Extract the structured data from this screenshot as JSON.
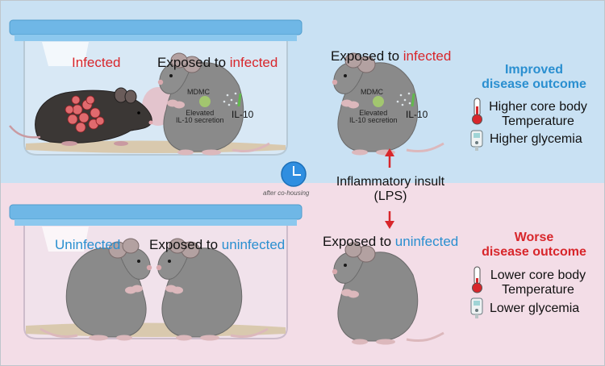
{
  "colors": {
    "top_bg": "#c9e1f3",
    "bottom_bg": "#f3dde7",
    "lid": "#6fb7e6",
    "mouse_gray": "#8a8a8a",
    "infected_mouse": "#3b3735",
    "red": "#d8262b",
    "blue": "#2a8fd0"
  },
  "top_panel": {
    "cage": {
      "infected_label": "Infected",
      "exposed_prefix": "Exposed to ",
      "exposed_highlight": "infected",
      "mdmc": "MDMC",
      "elevated_line1": "Elevated",
      "elevated_line2": "IL-10 secretion",
      "il10": "IL-10"
    },
    "mouse": {
      "exposed_prefix": "Exposed to ",
      "exposed_highlight": "infected",
      "mdmc": "MDMC",
      "elevated_line1": "Elevated",
      "elevated_line2": "IL-10 secretion",
      "il10": "IL-10"
    },
    "outcome": {
      "line1": "Improved",
      "line2": "disease outcome",
      "temp_line1": "Higher core body",
      "temp_line2": "Temperature",
      "glycemia": "Higher glycemia",
      "icons": [
        "thermometer-icon",
        "glucometer-icon"
      ]
    }
  },
  "middle": {
    "clock_caption": "after co-housing",
    "insult_line1": "Inflammatory insult",
    "insult_line2": "(LPS)",
    "icon": "clock-icon"
  },
  "bottom_panel": {
    "cage": {
      "uninfected_label": "Uninfected",
      "exposed_prefix": "Exposed to ",
      "exposed_highlight": "uninfected"
    },
    "mouse": {
      "exposed_prefix": "Exposed to ",
      "exposed_highlight": "uninfected"
    },
    "outcome": {
      "line1": "Worse",
      "line2": "disease outcome",
      "temp_line1": "Lower core body",
      "temp_line2": "Temperature",
      "glycemia": "Lower glycemia",
      "icons": [
        "thermometer-icon",
        "glucometer-icon"
      ]
    }
  }
}
